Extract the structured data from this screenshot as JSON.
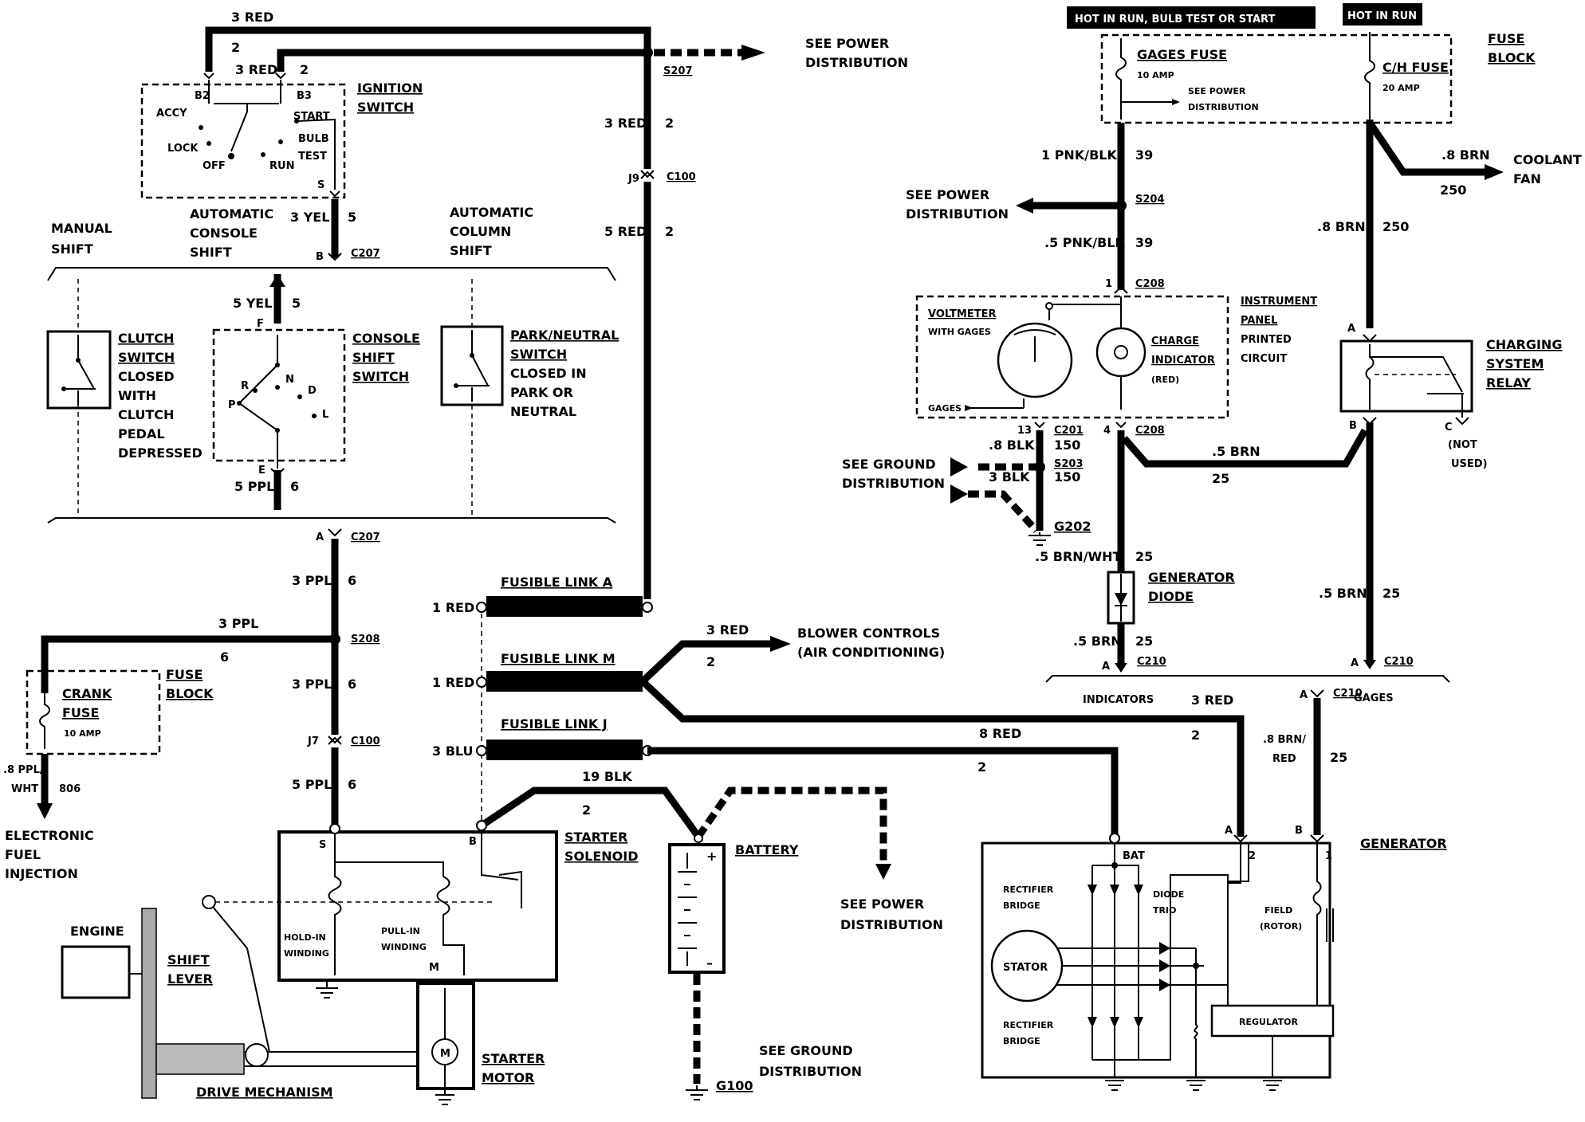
{
  "ignition": {
    "wire_top": "3 RED",
    "wire_top_n": "2",
    "wire_b3": "3 RED",
    "wire_b3_n": "2",
    "title1": "IGNITION",
    "title2": "SWITCH",
    "b2": "B2",
    "b3": "B3",
    "accy": "ACCY",
    "start": "START",
    "lock": "LOCK",
    "bulb": "BULB",
    "test": "TEST",
    "off": "OFF",
    "run": "RUN",
    "s": "S"
  },
  "power_top": {
    "line1": "SEE POWER",
    "line2": "DISTRIBUTION",
    "splice": "S207"
  },
  "main_red": {
    "w1": "3 RED",
    "w1n": "2",
    "j9": "J9",
    "c100": "C100",
    "w2": "5 RED",
    "w2n": "2"
  },
  "shift": {
    "manual1": "MANUAL",
    "manual2": "SHIFT",
    "console1": "AUTOMATIC",
    "console2": "CONSOLE",
    "console3": "SHIFT",
    "column1": "AUTOMATIC",
    "column2": "COLUMN",
    "column3": "SHIFT",
    "yel3": "3 YEL",
    "yel3n": "5",
    "b": "B",
    "c207": "C207",
    "yel5": "5 YEL",
    "yel5n": "5",
    "f": "F",
    "e": "E",
    "ppl5": "5 PPL",
    "ppl5n": "6",
    "a": "A",
    "c207b": "C207"
  },
  "clutch": [
    "CLUTCH",
    "SWITCH",
    "CLOSED",
    "WITH",
    "CLUTCH",
    "PEDAL",
    "DEPRESSED"
  ],
  "console_sw": [
    "CONSOLE",
    "SHIFT",
    "SWITCH"
  ],
  "prnd": {
    "p": "P",
    "r": "R",
    "n": "N",
    "d": "D",
    "l": "L"
  },
  "park": [
    "PARK/NEUTRAL",
    "SWITCH",
    "CLOSED IN",
    "PARK OR",
    "NEUTRAL"
  ],
  "ppl": {
    "w1": "3 PPL",
    "w1n": "6",
    "s208": "S208",
    "w2": "3 PPL",
    "w2n": "6",
    "w3": "3 PPL",
    "w3n": "6",
    "j7": "J7",
    "c100": "C100",
    "w4": "5 PPL",
    "w4n": "6"
  },
  "crank": {
    "fuse1": "CRANK",
    "fuse2": "FUSE",
    "amp": "10 AMP",
    "block1": "FUSE",
    "block2": "BLOCK",
    "out1": ".8 PPL/",
    "out2": "WHT",
    "out3": "806",
    "efi1": "ELECTRONIC",
    "efi2": "FUEL",
    "efi3": "INJECTION"
  },
  "fusible": {
    "a": "FUSIBLE LINK A",
    "a_wire": "1 RED",
    "m": "FUSIBLE LINK M",
    "m_wire": "1 RED",
    "j": "FUSIBLE LINK J",
    "j_wire": "3 BLU"
  },
  "blower": {
    "w": "3 RED",
    "wn": "2",
    "line1": "BLOWER CONTROLS",
    "line2": "(AIR CONDITIONING)"
  },
  "solenoid": {
    "title1": "STARTER",
    "title2": "SOLENOID",
    "s": "S",
    "b": "B",
    "m": "M",
    "hold1": "HOLD-IN",
    "hold2": "WINDING",
    "pull1": "PULL-IN",
    "pull2": "WINDING",
    "blk": "19 BLK",
    "blkn": "2"
  },
  "battery": {
    "title": "BATTERY",
    "plus": "+",
    "minus": "–"
  },
  "power_bat": {
    "line1": "SEE POWER",
    "line2": "DISTRIBUTION"
  },
  "ground_bat": {
    "line1": "SEE GROUND",
    "line2": "DISTRIBUTION",
    "g100": "G100"
  },
  "motor": {
    "title1": "STARTER",
    "title2": "MOTOR",
    "m": "M"
  },
  "mech": {
    "engine": "ENGINE",
    "shift1": "SHIFT",
    "shift2": "LEVER",
    "drive": "DRIVE MECHANISM"
  },
  "fuse_block": {
    "hot1": "HOT IN RUN, BULB TEST OR START",
    "hot2": "HOT IN RUN",
    "gages": "GAGES FUSE",
    "gages_amp": "10 AMP",
    "see1": "SEE POWER",
    "see2": "DISTRIBUTION",
    "ch": "C/H FUSE",
    "ch_amp": "20 AMP",
    "title1": "FUSE",
    "title2": "BLOCK"
  },
  "coolant": {
    "w": ".8 BRN",
    "wn": "250",
    "line1": "COOLANT",
    "line2": "FAN"
  },
  "gages_feed": {
    "w1": "1 PNK/BLK",
    "w1n": "39",
    "s204": "S204",
    "see1": "SEE POWER",
    "see2": "DISTRIBUTION",
    "w2": ".5 PNK/BLK",
    "w2n": "39",
    "c208": "C208",
    "pin1": "1"
  },
  "ipc": {
    "volt1": "VOLTMETER",
    "volt2": "WITH GAGES",
    "gages": "GAGES",
    "charge1": "CHARGE",
    "charge2": "INDICATOR",
    "charge3": "(RED)",
    "t1": "INSTRUMENT",
    "t2": "PANEL",
    "t3": "PRINTED",
    "t4": "CIRCUIT",
    "pin13": "13",
    "c201": "C201",
    "pin4": "4",
    "c208": "C208"
  },
  "ground_ipc": {
    "line1": "SEE GROUND",
    "line2": "DISTRIBUTION",
    "w1": ".8 BLK",
    "w1n": "150",
    "s203": "S203",
    "w2": "3 BLK",
    "w2n": "150",
    "g202": "G202"
  },
  "charge_wire": {
    "w": ".5 BRN",
    "wn": "25"
  },
  "diode": {
    "w1": ".5 BRN/WHT",
    "w1n": "25",
    "title1": "GENERATOR",
    "title2": "DIODE",
    "w2": ".5 BRN",
    "w2n": "25",
    "a": "A",
    "c210": "C210"
  },
  "relay": {
    "w1": ".8 BRN",
    "w1n": "250",
    "a": "A",
    "title1": "CHARGING",
    "title2": "SYSTEM",
    "title3": "RELAY",
    "b": "B",
    "c": "C",
    "nu1": "(NOT",
    "nu2": "USED)",
    "w2": ".5 BRN",
    "w2n": "25",
    "a2": "A",
    "c210": "C210"
  },
  "harness": {
    "indicators": "INDICATORS",
    "gages": "GAGES",
    "a": "A",
    "c210": "C210",
    "red": "3 RED",
    "redn": "2",
    "brn1": ".8 BRN/",
    "brn2": "RED",
    "brnn": "25",
    "red8": "8 RED",
    "red8n": "2"
  },
  "generator": {
    "title": "GENERATOR",
    "a": "A",
    "b": "B",
    "bat": "BAT",
    "p2": "2",
    "p1": "1",
    "rect1a": "RECTIFIER",
    "rect1b": "BRIDGE",
    "rect2a": "RECTIFIER",
    "rect2b": "BRIDGE",
    "diode1": "DIODE",
    "diode2": "TRIO",
    "stator": "STATOR",
    "field1": "FIELD",
    "field2": "(ROTOR)",
    "regulator": "REGULATOR"
  }
}
